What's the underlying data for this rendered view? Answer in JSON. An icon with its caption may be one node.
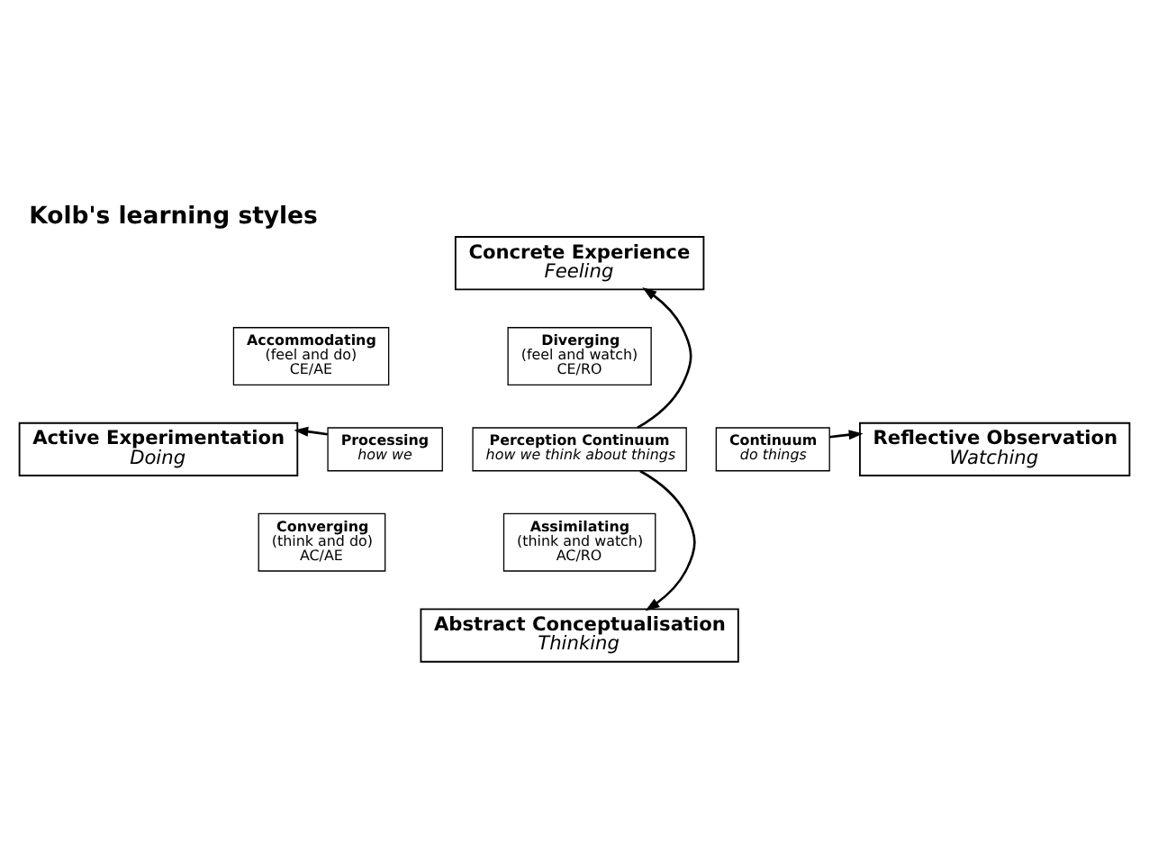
{
  "diagram": {
    "title": "Kolb's learning styles",
    "nodes": [
      {
        "text": [
          "Concrete Experience",
          "Feeling"
        ]
      },
      {
        "text": [
          "Accommodating",
          "(feel and do)",
          "CE/AE"
        ]
      },
      {
        "text": [
          "Diverging",
          "(feel and watch)",
          "CE/RO"
        ]
      },
      {
        "text": [
          "Active Experimentation",
          "Doing"
        ]
      },
      {
        "text": [
          "Processing",
          "how we"
        ]
      },
      {
        "text": [
          "Perception Continuum",
          "how we think about things"
        ]
      },
      {
        "text": [
          "Continuum",
          "do things"
        ]
      },
      {
        "text": [
          "Reflective Observation",
          "Watching"
        ]
      },
      {
        "text": [
          "Converging",
          "(think and do)",
          "AC/AE"
        ]
      },
      {
        "text": [
          "Assimilating",
          "(think and watch)",
          "AC/RO"
        ]
      },
      {
        "text": [
          "Abstract Conceptualisation",
          "Thinking"
        ]
      }
    ],
    "edges": [
      {
        "from": 5,
        "to": 0,
        "arrow": "to"
      },
      {
        "from": 4,
        "to": 3,
        "arrow": "to"
      },
      {
        "from": 6,
        "to": 7,
        "arrow": "to"
      },
      {
        "from": 5,
        "to": 10,
        "arrow": "to"
      }
    ]
  }
}
